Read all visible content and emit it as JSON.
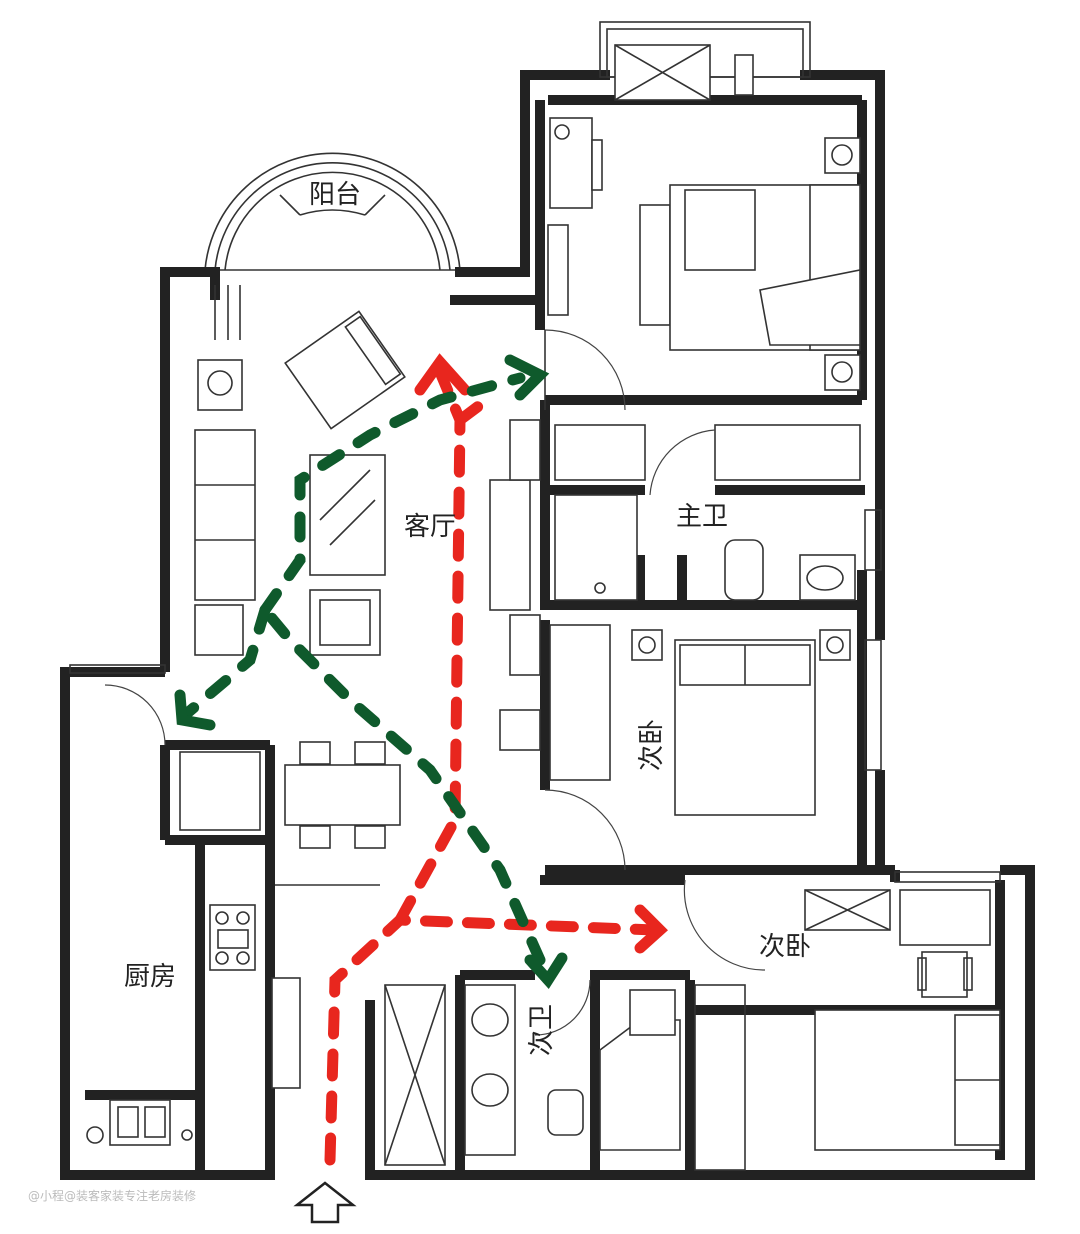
{
  "rooms": {
    "balcony": "阳台",
    "living_room": "客厅",
    "master_bath": "主卫",
    "second_bedroom_a": "次卧",
    "second_bedroom_b": "次卧",
    "second_bath": "次卫",
    "kitchen": "厨房"
  },
  "watermark": "@小程@装客家装专注老房装修",
  "colors": {
    "wall": "#222222",
    "red_path": "#e8261e",
    "green_path": "#0f5a2c"
  },
  "icons": {
    "entrance": "entrance-arrow-icon"
  }
}
